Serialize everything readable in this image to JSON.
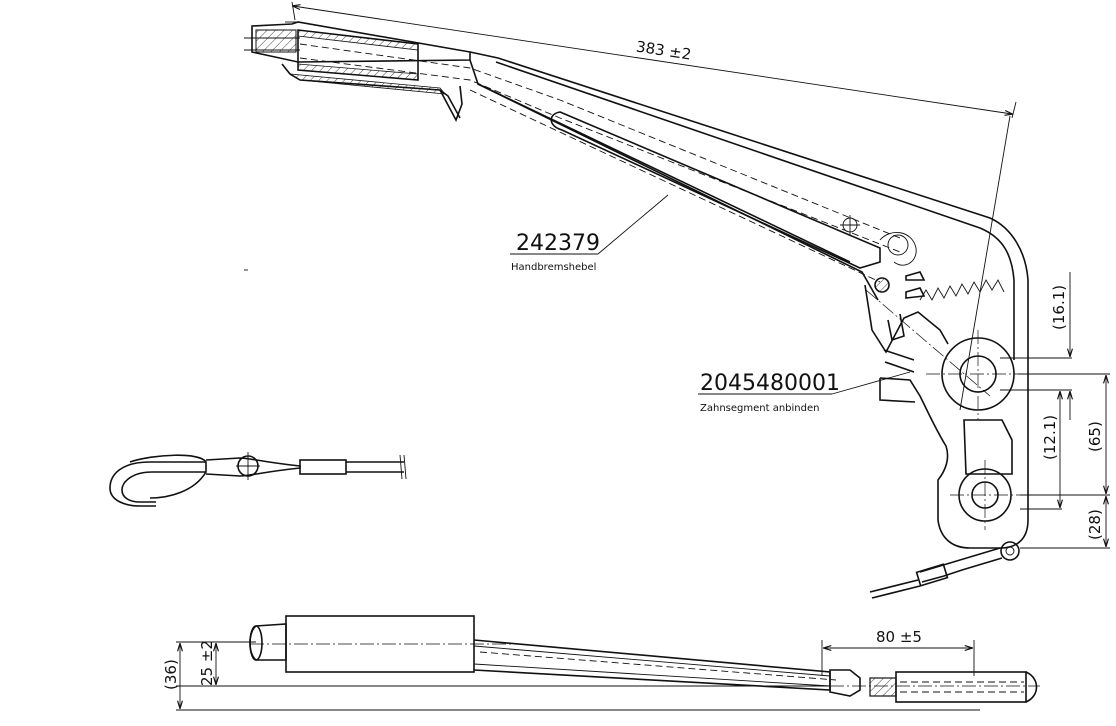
{
  "parts": [
    {
      "number": "242379",
      "description": "Handbremshebel"
    },
    {
      "number": "2045480001",
      "description": "Zahnsegment anbinden"
    }
  ],
  "dimensions": {
    "length_main": "383 ±2",
    "pitch_offset": "(16.1)",
    "pivot_offset": "(12.1)",
    "height_total": "(65)",
    "height_lower": "(28)",
    "side_total": "(36)",
    "side_offset": "25 ±2",
    "cable_length": "80 ±5"
  }
}
